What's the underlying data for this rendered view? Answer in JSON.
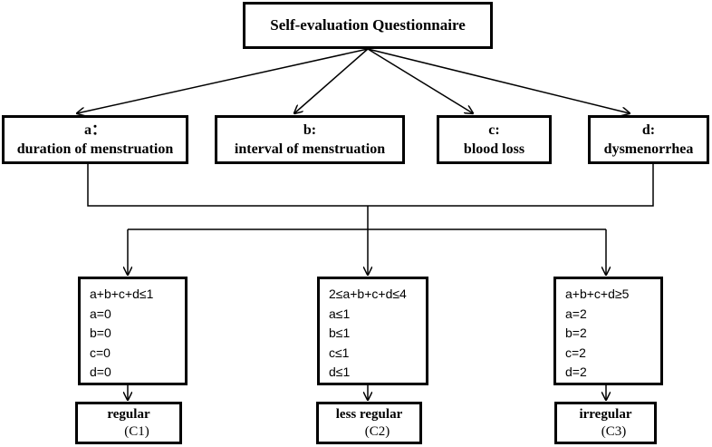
{
  "title": "Self-evaluation Questionnaire",
  "categories": [
    {
      "letter": "a：",
      "label": "duration of menstruation"
    },
    {
      "letter": "b:",
      "label": "interval of menstruation"
    },
    {
      "letter": "c:",
      "label": "blood loss"
    },
    {
      "letter": "d:",
      "label": "dysmenorrhea"
    }
  ],
  "conditions": [
    {
      "lines": [
        "a+b+c+d≤1",
        "a=0",
        "b=0",
        "c=0",
        "d=0"
      ]
    },
    {
      "lines": [
        "2≤a+b+c+d≤4",
        "a≤1",
        "b≤1",
        "c≤1",
        "d≤1"
      ]
    },
    {
      "lines": [
        "a+b+c+d≥5",
        "a=2",
        "b=2",
        "c=2",
        "d=2"
      ]
    }
  ],
  "results": [
    {
      "label": "regular",
      "code": "(C1)"
    },
    {
      "label": "less regular",
      "code": "(C2)"
    },
    {
      "label": "irregular",
      "code": "(C3)"
    }
  ]
}
